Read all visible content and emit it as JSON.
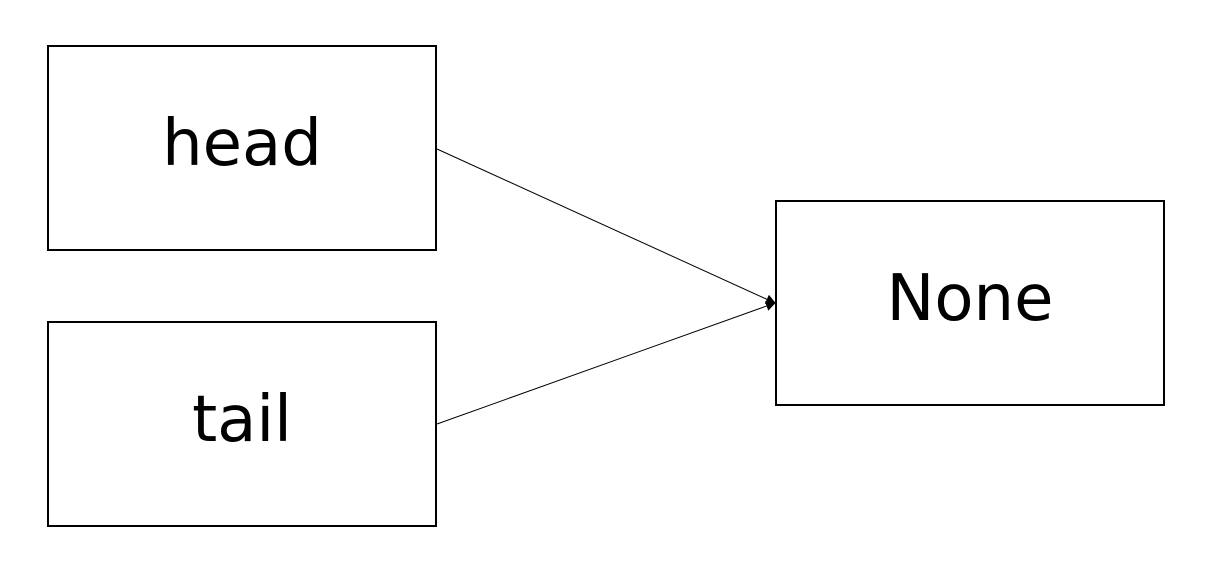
{
  "diagram": {
    "nodes": {
      "head": {
        "label": "head"
      },
      "tail": {
        "label": "tail"
      },
      "none": {
        "label": "None"
      }
    },
    "edges": [
      {
        "from": "head",
        "to": "none"
      },
      {
        "from": "tail",
        "to": "none"
      }
    ],
    "colors": {
      "stroke": "#000000",
      "background": "#ffffff"
    }
  }
}
